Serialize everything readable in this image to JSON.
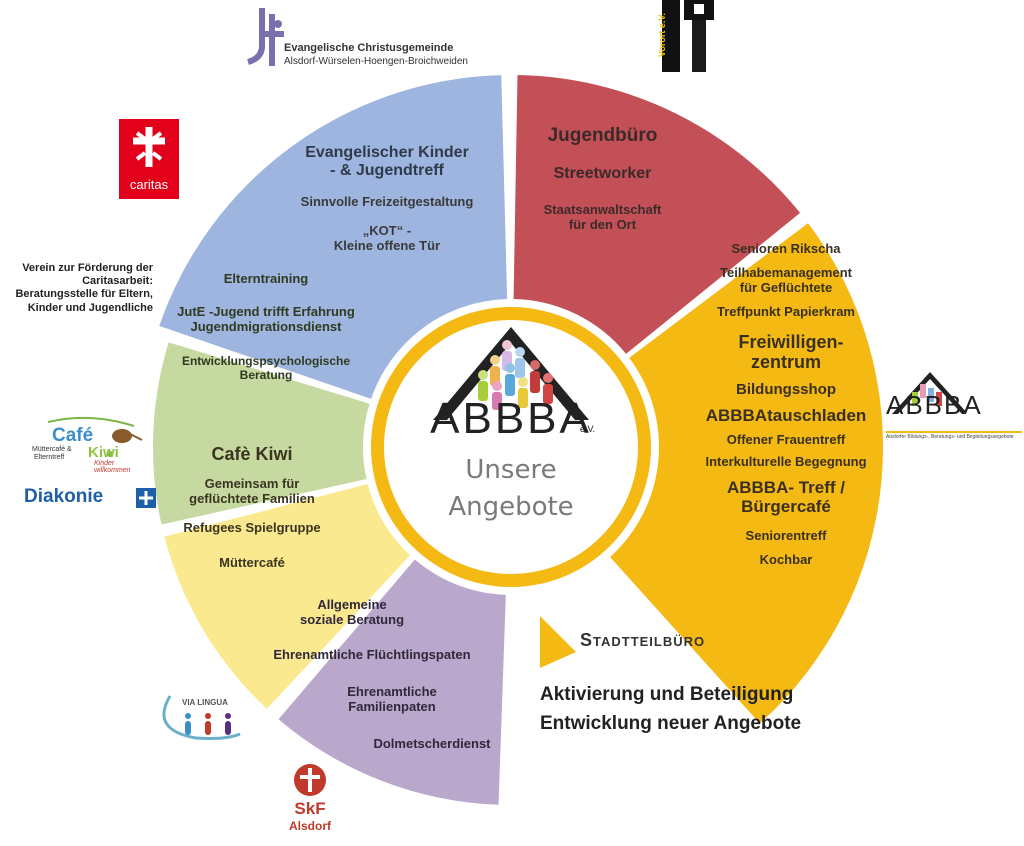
{
  "colors": {
    "blue": "#9db5df",
    "red": "#c25056",
    "yellow": "#f5b914",
    "green": "#c5d9a0",
    "lightyellow": "#fae98e",
    "purple": "#b9a7cc",
    "ring": "#f5b914",
    "text": "#3a3a3a"
  },
  "segments": {
    "evangelisch": {
      "title": "Evangelischer Kinder - & Jugendtreff",
      "items": [
        "Sinnvolle Freizeitgestaltung",
        "„KOT“ -",
        "Kleine offene Tür"
      ]
    },
    "jugendbuero": {
      "items": [
        "Jugendbüro",
        "Streetworker",
        "Staatsanwaltschaft",
        "für den Ort"
      ]
    },
    "abbba": {
      "items": [
        "Senioren Rikscha",
        "Teilhabemanagement",
        "für Geflüchtete",
        "Treffpunkt Papierkram",
        "Freiwilligen-",
        "zentrum",
        "Bildungsshop",
        "ABBBAtauschladen",
        "Offener Frauentreff",
        "Interkulturelle Begegnung",
        "ABBBA- Treff /",
        "Bürgercafé",
        "Seniorentreff",
        "Kochbar"
      ]
    },
    "caritas": {
      "items": [
        "Elterntraining",
        "JutE -Jugend trifft Erfahrung",
        "Jugendmigrationsdienst",
        "Entwicklungspsychologische",
        "Beratung"
      ]
    },
    "cafekiwi": {
      "title": "Cafè Kiwi",
      "items": [
        "Gemeinsam für",
        "geflüchtete Familien",
        "Refugees Spielgruppe",
        "Müttercafé"
      ]
    },
    "skf": {
      "items": [
        "Allgemeine",
        "soziale Beratung",
        "Ehrenamtliche Flüchtlingspaten",
        "Ehrenamtliche Familienpaten",
        "Dolmetscherdienst"
      ]
    }
  },
  "center": {
    "logo_text": "ABBBA",
    "ev": "e.V.",
    "line1": "Unsere",
    "line2": "Angebote"
  },
  "logos": {
    "ev_kirche_line1": "Evangelische Christusgemeinde",
    "ev_kirche_line2": "Alsdorf-Würselen-Hoengen-Broichweiden",
    "vorort": "Vorort e.V.",
    "caritas": "caritas",
    "verein_lines": [
      "Verein zur Förderung der",
      "Caritasarbeit:",
      "Beratungsstelle für Eltern,",
      "Kinder und Jugendliche"
    ],
    "cafe_kiwi_main": "Café",
    "cafe_kiwi_sub1": "Müttercafé &",
    "cafe_kiwi_sub2": "Elterntreff",
    "cafe_kiwi_kiwi": "Kiwi",
    "cafe_kiwi_slogan": "Kinder willkommen",
    "diakonie": "Diakonie",
    "abbba_small": "ABBBA",
    "abbba_small_sub": "Alsdorfer Bildungs-, Beratungs- und Begleitungsangebote",
    "stadtteil": "Stadtteilbüro",
    "via_lingua": "VIA LINGUA",
    "skf": "SkF",
    "skf_city": "Alsdorf"
  },
  "footer": {
    "line1": "Aktivierung und Beteiligung",
    "line2": "Entwicklung neuer Angebote"
  }
}
